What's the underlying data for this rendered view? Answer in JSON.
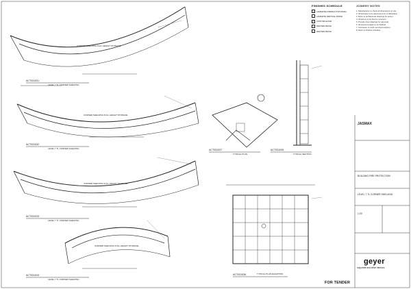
{
  "finishes_schedule": {
    "title": "FINISHES SCHEDULE",
    "items": [
      "LAMINATE FORMICA TOP FINISH",
      "LAMINATE VERTICAL FINISH",
      "CUSTOM GLASS",
      "PAINTED FINISH",
      "PAINTED FINISH"
    ]
  },
  "joinery_notes": {
    "title": "JOINERY NOTES",
    "lines": [
      "1. Manufacturer to check all dimensions on site.",
      "2. All laminate to be approved prior to fabrication.",
      "3. Refer to architectural drawings for setout.",
      "4. All joinery to be fixed to structure.",
      "5. Provide shop drawings for approval.",
      "6. All exposed edges to be finished.",
      "7. Contractor to verify services locations.",
      "8. Refer to finishes schedule."
    ]
  },
  "views": [
    {
      "ref": "ACT031031",
      "caption": "LEVEL 7 TL CORNER SHELVING",
      "label": "CORNER SHELVING FULL HEIGHT STORAGE"
    },
    {
      "ref": "ACT031032",
      "caption": "LEVEL 7 TL CORNER SHELVING",
      "label": "CORNER SHELVING FULL HEIGHT STORAGE"
    },
    {
      "ref": "ACT031033",
      "caption": "LEVEL 7 TL CORNER SHELVING",
      "label": "CORNER SHELVING FULL HEIGHT STORAGE"
    },
    {
      "ref": "ACT031034",
      "caption": "LEVEL 7 TL CORNER SHELVING",
      "label": "CORNER SHELVING FULL HEIGHT STORAGE"
    }
  ],
  "plan_view": {
    "ref": "ACT031037",
    "caption": "TYPICAL PLAN"
  },
  "section_view": {
    "ref": "ACT031035",
    "caption": "TYPICAL SECTION"
  },
  "elevation_view": {
    "ref": "ACT031036",
    "caption": "TYPICAL PLAN ELEVATION"
  },
  "title_block": {
    "client": "JASMAX",
    "project": "BUILDING FIRE PROTECTION",
    "drawing": "LEVEL 7 TL CORNER SHELVING",
    "scale": "1:20",
    "status": "FOR TENDER"
  },
  "firm": {
    "name": "geyer",
    "tagline": "corporate and office interiors"
  }
}
